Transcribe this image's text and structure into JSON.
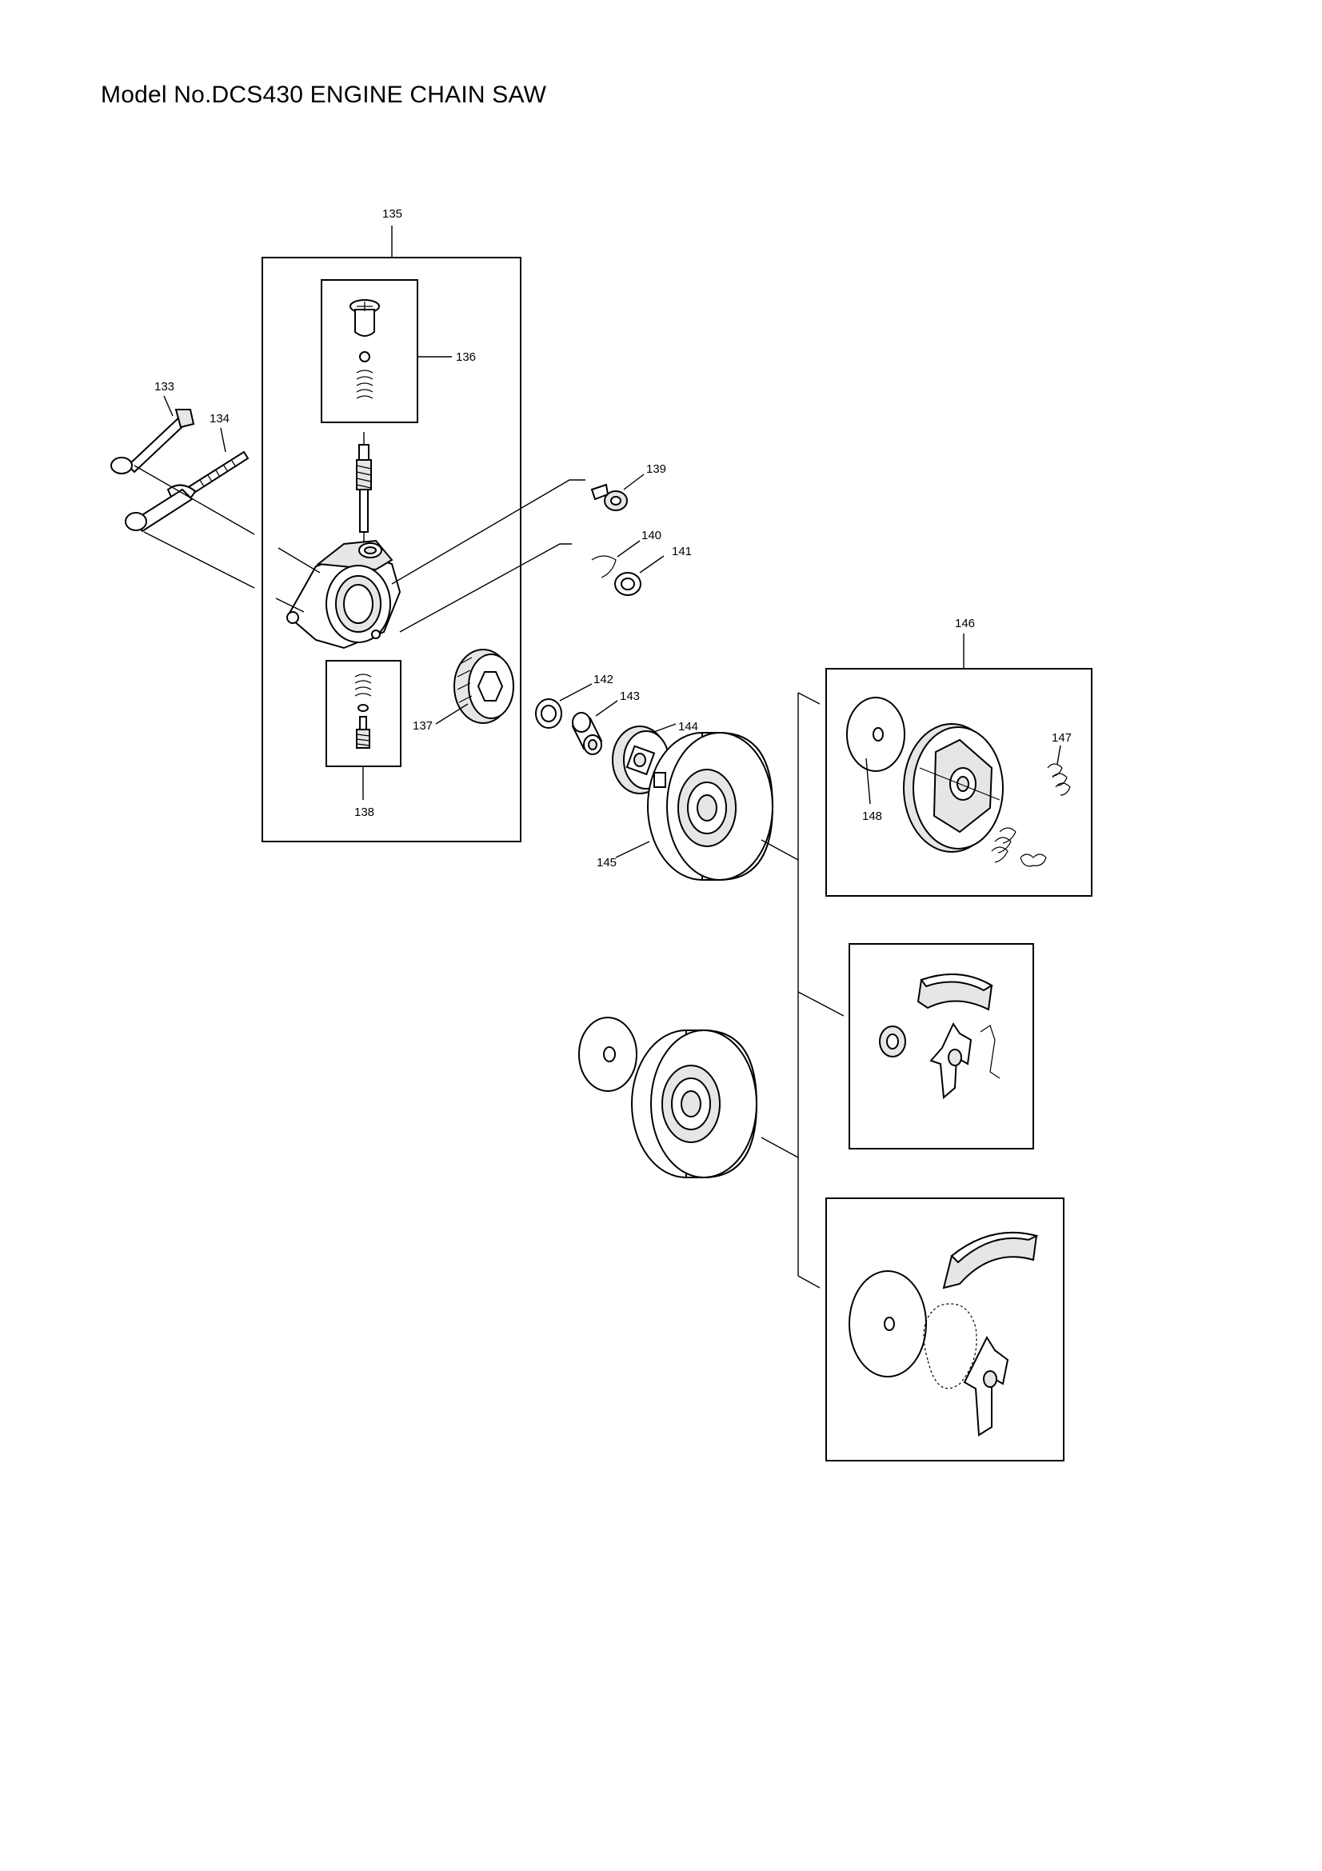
{
  "title": "Model No.DCS430 ENGINE CHAIN SAW",
  "labels": {
    "p133": "133",
    "p134": "134",
    "p135": "135",
    "p136": "136",
    "p137": "137",
    "p138": "138",
    "p139": "139",
    "p140": "140",
    "p141": "141",
    "p142": "142",
    "p143": "143",
    "p144": "144",
    "p145": "145",
    "p146": "146",
    "p147": "147",
    "p148": "148"
  }
}
